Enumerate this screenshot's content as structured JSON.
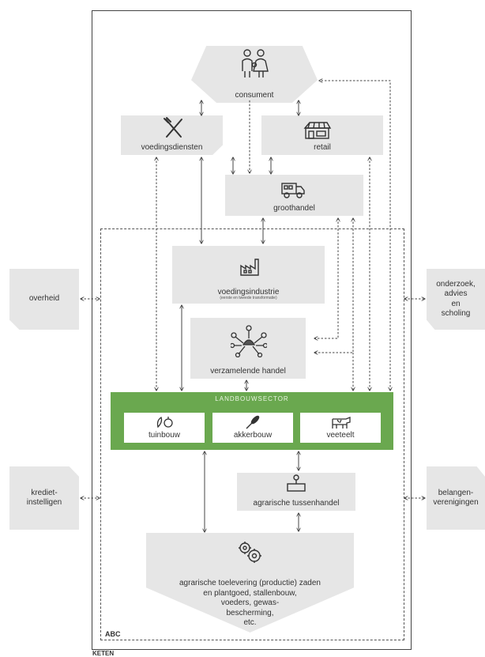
{
  "nodes": {
    "consument": "consument",
    "voedingsdiensten": "voedingsdiensten",
    "retail": "retail",
    "groothandel": "groothandel",
    "voedingsindustrie": "voedingsindustrie",
    "voedingsindustrie_sub": "(eerste en tweede transformatie)",
    "verzamelende_handel": "verzamelende handel",
    "landbouwsector": "LANDBOUWSECTOR",
    "tuinbouw": "tuinbouw",
    "akkerbouw": "akkerbouw",
    "veeteelt": "veeteelt",
    "agrarische_tussenhandel": "agrarische tussenhandel",
    "agrarische_toelevering": [
      "agrarische toelevering (productie) zaden",
      "en plantgoed, stallenbouw,",
      "voeders, gewas-",
      "bescherming,",
      "etc."
    ]
  },
  "side_boxes": {
    "overheid": "overheid",
    "onderzoek": [
      "onderzoek,",
      "advies",
      "en",
      "scholing"
    ],
    "kredietinstellingen": [
      "krediet-",
      "instelligen"
    ],
    "belangenverenigingen": [
      "belangen-",
      "verenigingen"
    ]
  },
  "frame_labels": {
    "abc": "ABC",
    "keten": "KETEN"
  },
  "colors": {
    "box_fill": "#e6e6e6",
    "green": "#6aa84f",
    "line": "#444444"
  },
  "icons": [
    "family-icon",
    "cutlery-icon",
    "shop-icon",
    "truck-icon",
    "factory-icon",
    "network-icon",
    "plant-icon",
    "wheat-icon",
    "cow-icon",
    "crate-icon",
    "gears-icon"
  ]
}
